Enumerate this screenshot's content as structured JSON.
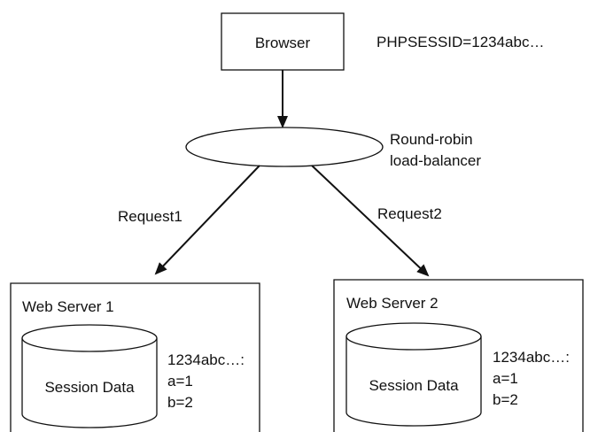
{
  "diagram": {
    "browser": {
      "label": "Browser",
      "cookie": "PHPSESSID=1234abc…"
    },
    "load_balancer": {
      "label_line1": "Round-robin",
      "label_line2": "load-balancer"
    },
    "requests": {
      "request1": "Request1",
      "request2": "Request2"
    },
    "server1": {
      "title": "Web Server 1",
      "store_label": "Session Data",
      "session_id": "1234abc…:",
      "var_a": "a=1",
      "var_b": "b=2"
    },
    "server2": {
      "title": "Web Server 2",
      "store_label": "Session Data",
      "session_id": "1234abc…:",
      "var_a": "a=1",
      "var_b": "b=2"
    }
  }
}
